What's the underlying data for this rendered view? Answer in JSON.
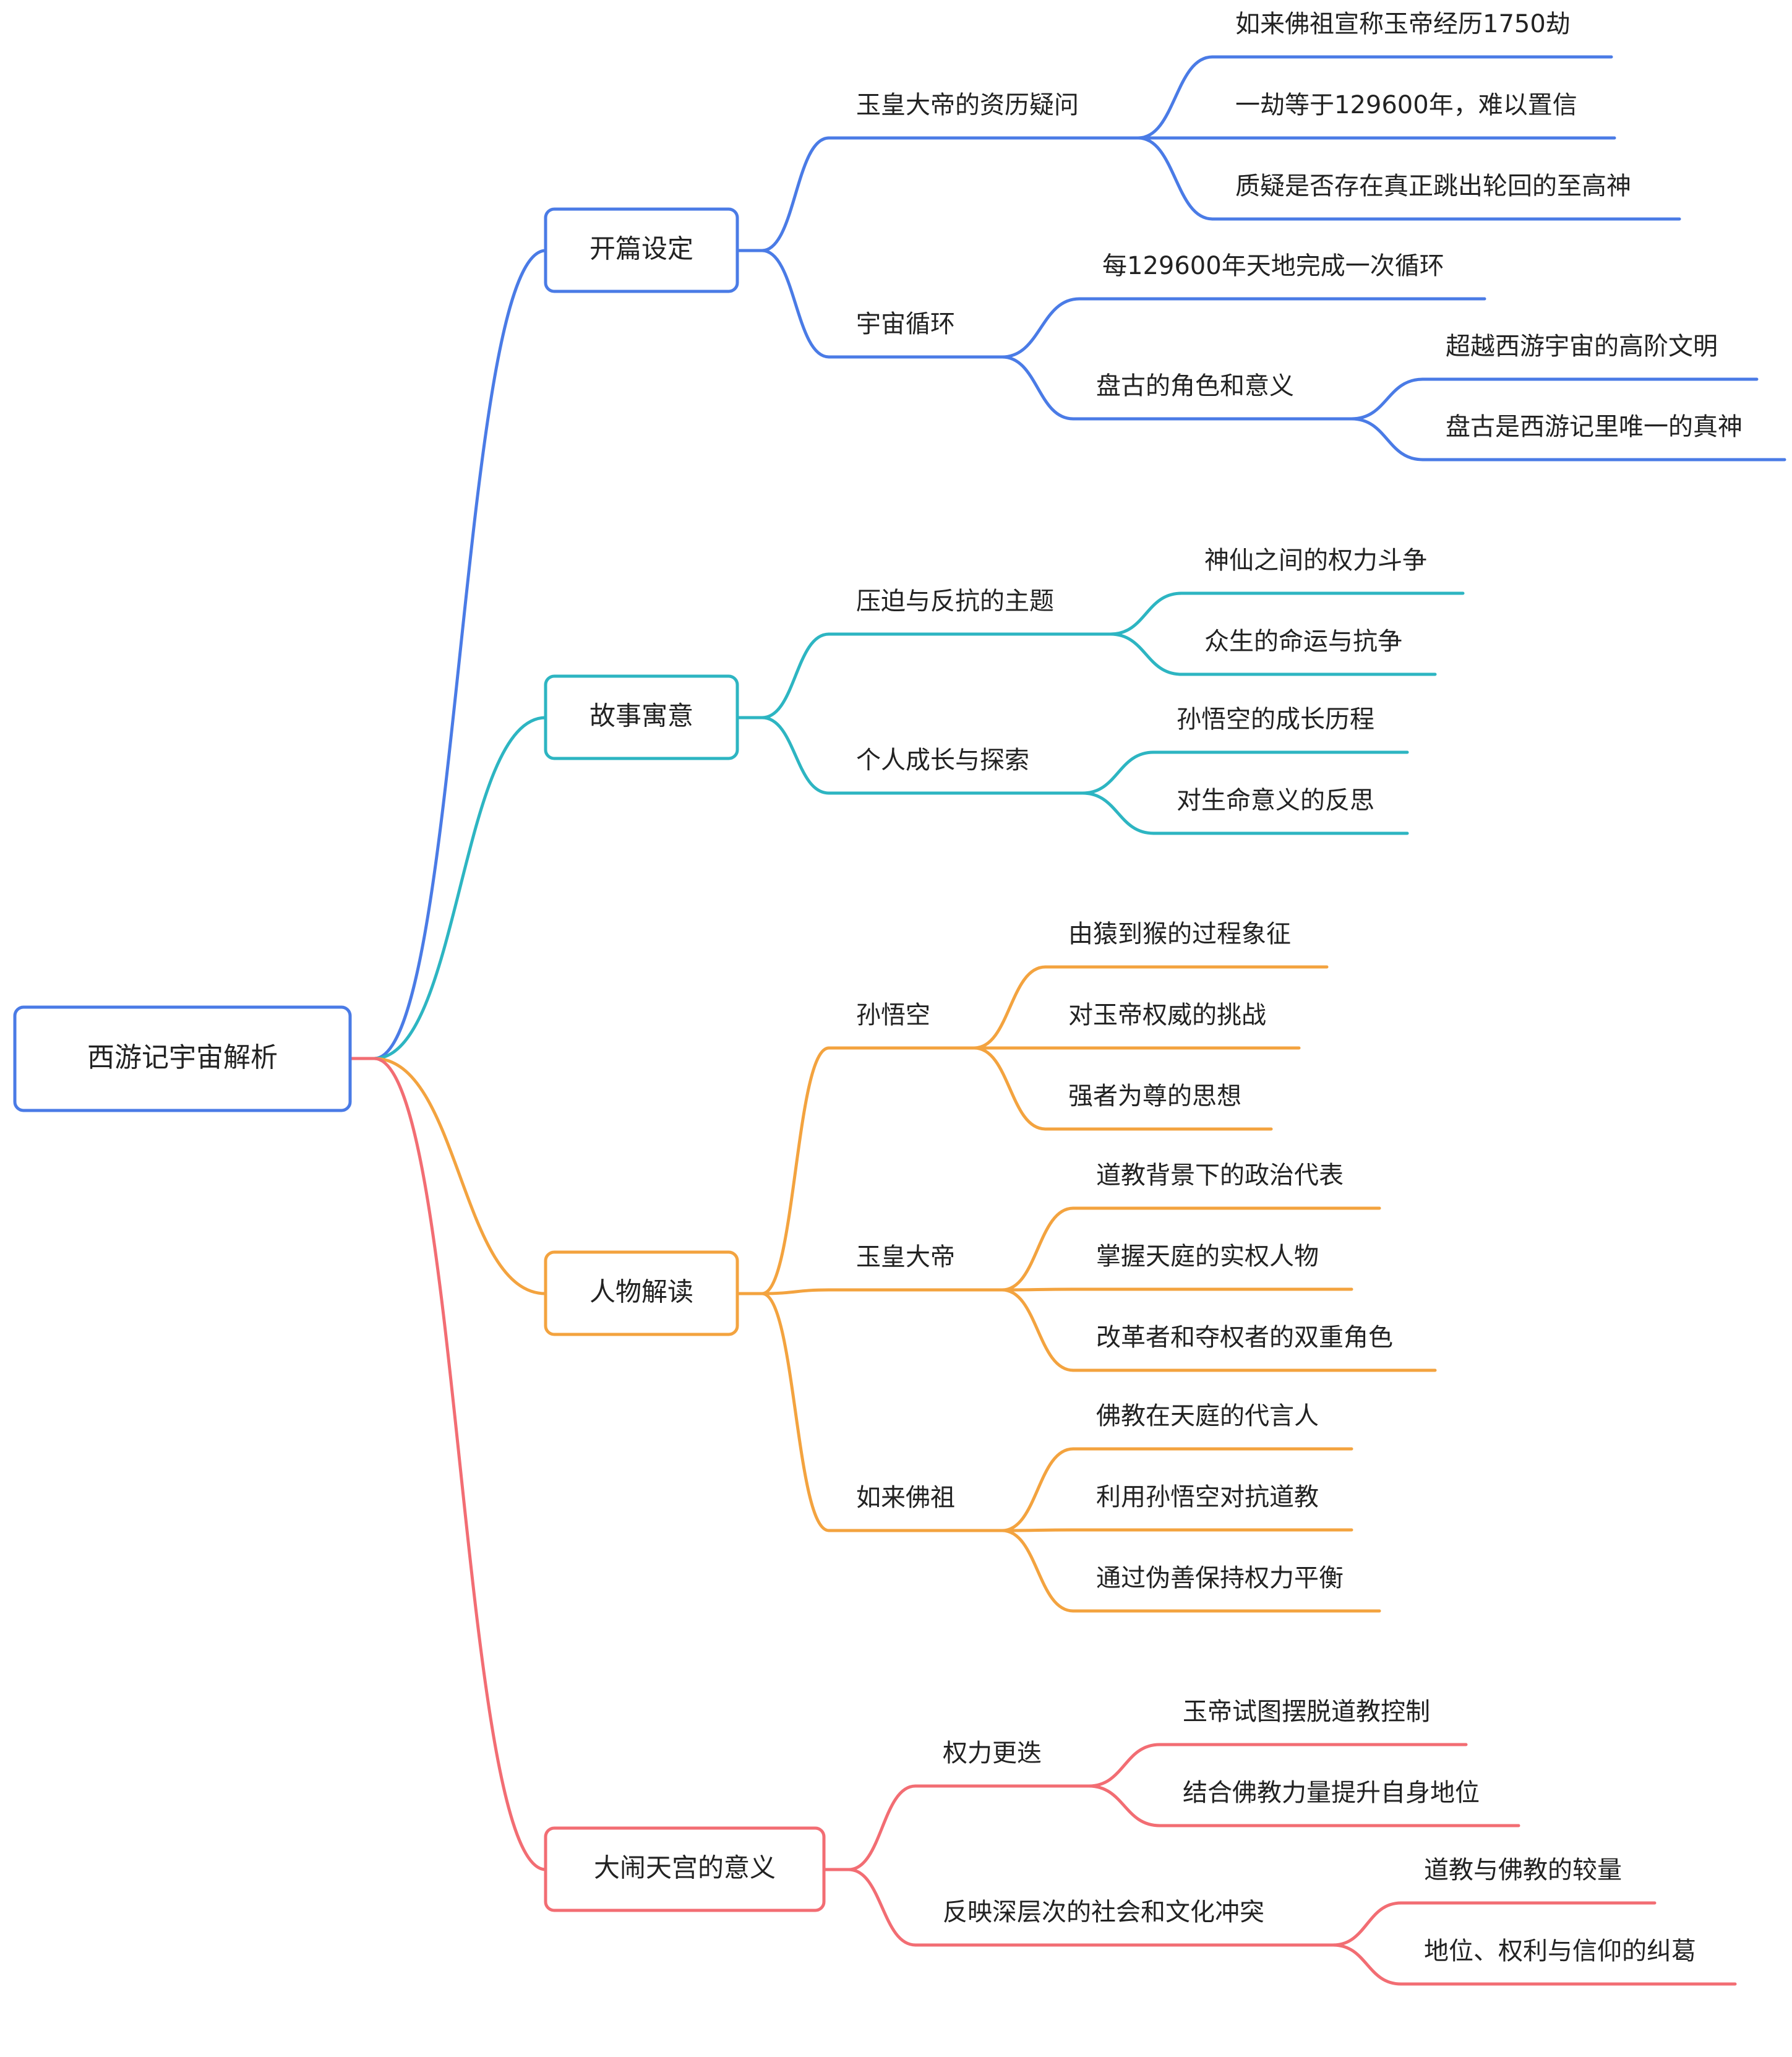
{
  "root": {
    "label": "西游记宇宙解析",
    "color": "#4A7BE6"
  },
  "branches": [
    {
      "label": "开篇设定",
      "color": "#4A7BE6",
      "children": [
        {
          "label": "玉皇大帝的资历疑问",
          "children": [
            {
              "label": "如来佛祖宣称玉帝经历1750劫"
            },
            {
              "label": "一劫等于129600年，难以置信"
            },
            {
              "label": "质疑是否存在真正跳出轮回的至高神"
            }
          ]
        },
        {
          "label": "宇宙循环",
          "children": [
            {
              "label": "每129600年天地完成一次循环"
            },
            {
              "label": "盘古的角色和意义",
              "children": [
                {
                  "label": "超越西游宇宙的高阶文明"
                },
                {
                  "label": "盘古是西游记里唯一的真神"
                }
              ]
            }
          ]
        }
      ]
    },
    {
      "label": "故事寓意",
      "color": "#2DB5C2",
      "children": [
        {
          "label": "压迫与反抗的主题",
          "children": [
            {
              "label": "神仙之间的权力斗争"
            },
            {
              "label": "众生的命运与抗争"
            }
          ]
        },
        {
          "label": "个人成长与探索",
          "children": [
            {
              "label": "孙悟空的成长历程"
            },
            {
              "label": "对生命意义的反思"
            }
          ]
        }
      ]
    },
    {
      "label": "人物解读",
      "color": "#F3A33F",
      "children": [
        {
          "label": "孙悟空",
          "children": [
            {
              "label": "由猿到猴的过程象征"
            },
            {
              "label": "对玉帝权威的挑战"
            },
            {
              "label": "强者为尊的思想"
            }
          ]
        },
        {
          "label": "玉皇大帝",
          "children": [
            {
              "label": "道教背景下的政治代表"
            },
            {
              "label": "掌握天庭的实权人物"
            },
            {
              "label": "改革者和夺权者的双重角色"
            }
          ]
        },
        {
          "label": "如来佛祖",
          "children": [
            {
              "label": "佛教在天庭的代言人"
            },
            {
              "label": "利用孙悟空对抗道教"
            },
            {
              "label": "通过伪善保持权力平衡"
            }
          ]
        }
      ]
    },
    {
      "label": "大闹天宫的意义",
      "color": "#F26D73",
      "children": [
        {
          "label": "权力更迭",
          "children": [
            {
              "label": "玉帝试图摆脱道教控制"
            },
            {
              "label": "结合佛教力量提升自身地位"
            }
          ]
        },
        {
          "label": "反映深层次的社会和文化冲突",
          "children": [
            {
              "label": "道教与佛教的较量"
            },
            {
              "label": "地位、权利与信仰的纠葛"
            }
          ]
        }
      ]
    }
  ]
}
